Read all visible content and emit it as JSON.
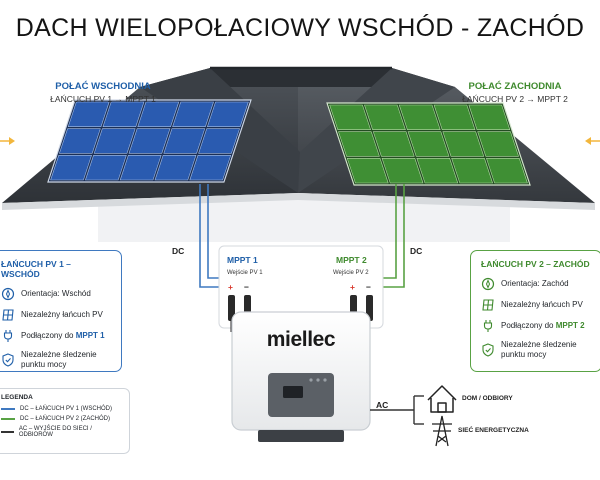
{
  "title": "DACH WIELOPOŁACIOWY WSCHÓD - ZACHÓD",
  "roof_east": {
    "title": "POŁAĆ WSCHODNIA",
    "subtitle": "ŁAŃCUCH PV 1 → MPPT 1"
  },
  "roof_west": {
    "title": "POŁAĆ ZACHODNIA",
    "subtitle": "ŁAŃCUCH PV 2 → MPPT 2"
  },
  "inverter": {
    "brand": "miellec",
    "mppt1": {
      "label": "MPPT 1",
      "input": "Wejście PV 1"
    },
    "mppt2": {
      "label": "MPPT 2",
      "input": "Wejście PV 2"
    },
    "plus": "+",
    "minus": "−"
  },
  "wires": {
    "dc_left": "DC",
    "dc_right": "DC",
    "ac": "AC"
  },
  "box_east": {
    "title": "ŁAŃCUCH PV 1 – WSCHÓD",
    "rows": [
      {
        "icon": "compass-icon",
        "text": "Orientacja: Wschód"
      },
      {
        "icon": "solar-panel-icon",
        "text": "Niezależny łańcuch PV"
      },
      {
        "icon": "plug-icon",
        "text_pre": "Podłączony do ",
        "text_hl": "MPPT 1"
      },
      {
        "icon": "shield-check-icon",
        "text": "Niezależne śledzenie punktu mocy"
      }
    ]
  },
  "box_west": {
    "title": "ŁAŃCUCH PV 2 – ZACHÓD",
    "rows": [
      {
        "icon": "compass-icon",
        "text": "Orientacja: Zachód"
      },
      {
        "icon": "solar-panel-icon",
        "text": "Niezależny łańcuch PV"
      },
      {
        "icon": "plug-icon",
        "text_pre": "Podłączony do ",
        "text_hl": "MPPT 2"
      },
      {
        "icon": "shield-check-icon",
        "text": "Niezależne śledzenie punktu mocy"
      }
    ]
  },
  "legend": {
    "title": "LEGENDA",
    "items": [
      {
        "text": "DC – ŁAŃCUCH PV 1 (WSCHÓD)",
        "color": "#3f79c0"
      },
      {
        "text": "DC – ŁAŃCUCH PV 2 (ZACHÓD)",
        "color": "#59a244"
      },
      {
        "text": "AC – WYJŚCIE DO SIECI / ODBIORÓW",
        "color": "#333333"
      }
    ]
  },
  "outputs": {
    "house": "DOM / ODBIORY",
    "grid": "SIEĆ ENERGETYCZNA"
  },
  "colors": {
    "east": "#1f5fa8",
    "west": "#3f8a2e",
    "sun": "#f2b63c",
    "roof": "#3b4046"
  }
}
